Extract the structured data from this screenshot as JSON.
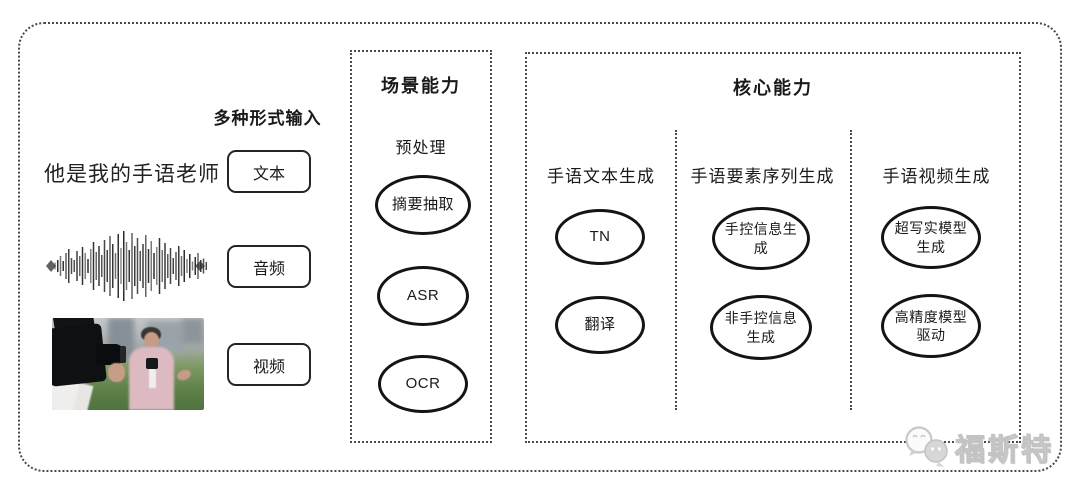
{
  "input": {
    "title": "多种形式输入",
    "sentence": "他是我的手语老师",
    "items": [
      {
        "label": "文本"
      },
      {
        "label": "音频"
      },
      {
        "label": "视频"
      }
    ]
  },
  "scene": {
    "title": "场景能力",
    "subtitle": "预处理",
    "nodes": [
      {
        "label": "摘要抽取"
      },
      {
        "label": "ASR"
      },
      {
        "label": "OCR"
      }
    ]
  },
  "core": {
    "title": "核心能力",
    "columns": [
      {
        "label": "手语文本生成",
        "nodes": [
          {
            "label": "TN"
          },
          {
            "label": "翻译"
          }
        ]
      },
      {
        "label": "手语要素序列生成",
        "nodes": [
          {
            "label": "手控信息生成"
          },
          {
            "label": "非手控信息生成"
          }
        ]
      },
      {
        "label": "手语视频生成",
        "nodes": [
          {
            "label": "超写实模型生成"
          },
          {
            "label": "高精度模型驱动"
          }
        ]
      }
    ]
  },
  "watermark": {
    "text": "福斯特"
  },
  "colors": {
    "stroke": "#141414",
    "dotted_border": "#4a4a4a",
    "watermark_gray": "#c3c3c3",
    "reporter_jacket_pink": "#ddb9c1",
    "hedge_green": "#5e8148"
  }
}
